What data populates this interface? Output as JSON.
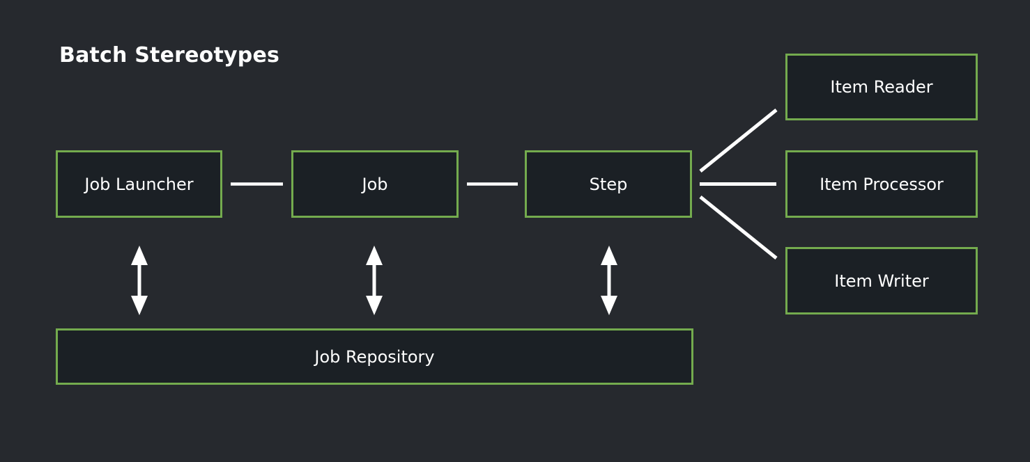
{
  "title": "Batch Stereotypes",
  "colors": {
    "background": "#26292e",
    "node_fill": "#1b2025",
    "node_border": "#74ab4e",
    "connector": "#ffffff",
    "text": "#ffffff"
  },
  "diagram": {
    "nodes": [
      {
        "id": "job-launcher",
        "label": "Job Launcher"
      },
      {
        "id": "job",
        "label": "Job"
      },
      {
        "id": "step",
        "label": "Step"
      },
      {
        "id": "item-reader",
        "label": "Item Reader"
      },
      {
        "id": "item-processor",
        "label": "Item Processor"
      },
      {
        "id": "item-writer",
        "label": "Item Writer"
      },
      {
        "id": "job-repository",
        "label": "Job Repository"
      }
    ],
    "edges": [
      {
        "from": "Job Launcher",
        "to": "Job",
        "style": "plain-line"
      },
      {
        "from": "Job",
        "to": "Step",
        "style": "plain-line"
      },
      {
        "from": "Step",
        "to": "Item Reader",
        "style": "plain-line"
      },
      {
        "from": "Step",
        "to": "Item Processor",
        "style": "plain-line"
      },
      {
        "from": "Step",
        "to": "Item Writer",
        "style": "plain-line"
      },
      {
        "from": "Job Launcher",
        "to": "Job Repository",
        "style": "double-headed-arrow"
      },
      {
        "from": "Job",
        "to": "Job Repository",
        "style": "double-headed-arrow"
      },
      {
        "from": "Step",
        "to": "Job Repository",
        "style": "double-headed-arrow"
      }
    ]
  }
}
